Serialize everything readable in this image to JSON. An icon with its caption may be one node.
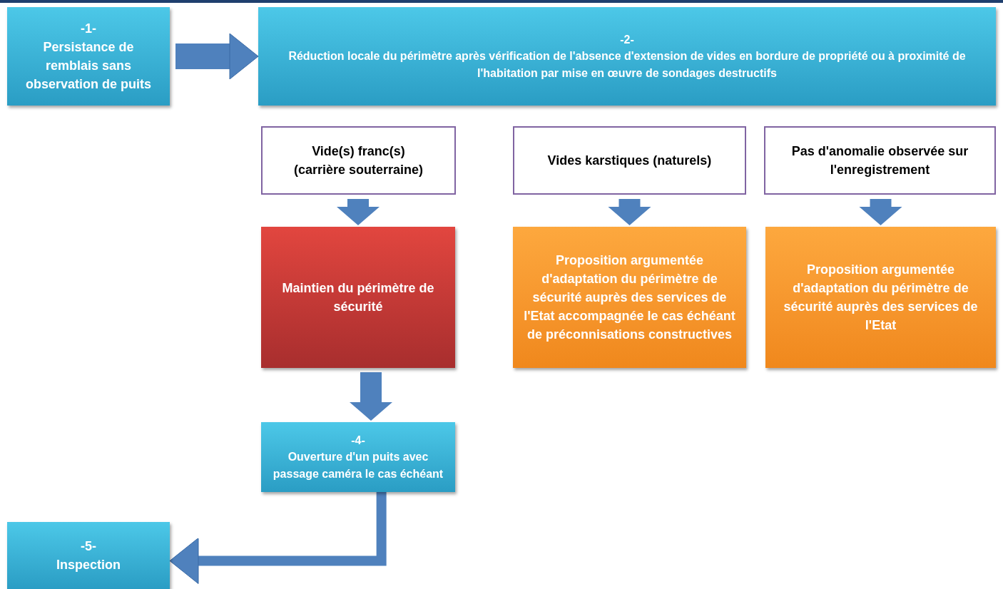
{
  "diagram": {
    "nodes": [
      {
        "text": [
          "-1-",
          "Persistance de remblais sans observation de puits"
        ]
      },
      {
        "text": [
          "-2-",
          "Réduction locale du périmètre après vérification de l'absence d'extension de vides en bordure de propriété ou à proximité de l'habitation par mise en œuvre de sondages destructifs"
        ]
      },
      {
        "text": [
          "Vide(s) franc(s) (carrière souterraine)"
        ]
      },
      {
        "text": [
          "Vides karstiques (naturels)"
        ]
      },
      {
        "text": [
          "Pas d'anomalie observée sur l'enregistrement"
        ]
      },
      {
        "text": [
          "Maintien du périmètre de sécurité"
        ]
      },
      {
        "text": [
          "Proposition argumentée d'adaptation du périmètre de sécurité auprès des services de l'Etat accompagnée le cas échéant de préconnisations constructives"
        ]
      },
      {
        "text": [
          "Proposition argumentée d'adaptation du périmètre de sécurité auprès des services de l'Etat"
        ]
      },
      {
        "text": [
          "-4-",
          "Ouverture d'un puits avec passage caméra le cas échéant"
        ]
      },
      {
        "text": [
          "-5-",
          "Inspection"
        ]
      }
    ],
    "edges": [
      {
        "from": 0,
        "to": 1,
        "arrow": "to"
      },
      {
        "from": 2,
        "to": 5,
        "arrow": "to"
      },
      {
        "from": 3,
        "to": 6,
        "arrow": "to"
      },
      {
        "from": 4,
        "to": 7,
        "arrow": "to"
      },
      {
        "from": 5,
        "to": 8,
        "arrow": "to"
      },
      {
        "from": 8,
        "to": 9,
        "arrow": "to"
      }
    ]
  }
}
